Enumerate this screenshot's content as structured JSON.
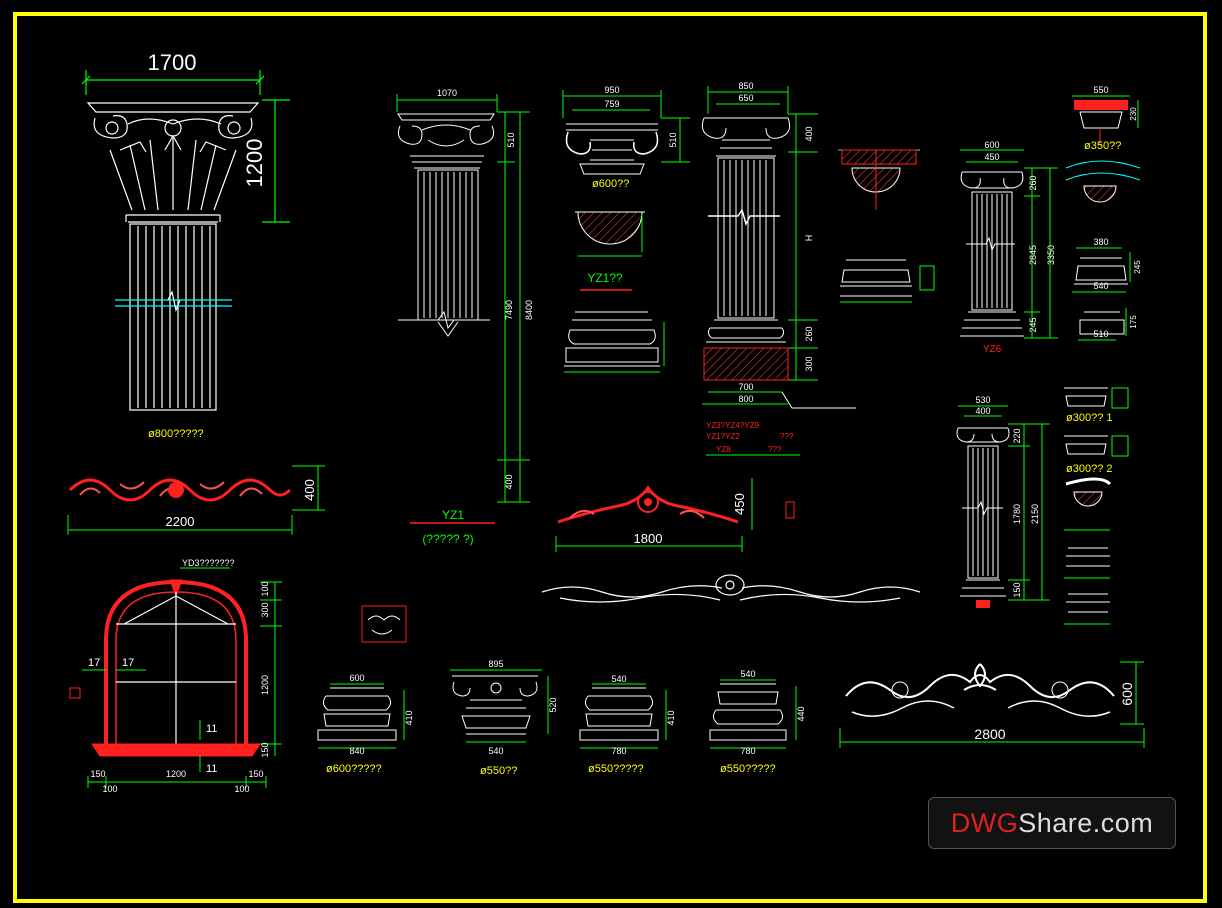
{
  "colors": {
    "frame": "#ffff00",
    "line": "#ffffff",
    "dim": "#00ff00",
    "text_yellow": "#ffff00",
    "red": "#ff2020",
    "cyan": "#00ffff"
  },
  "corinthian": {
    "width": "1700",
    "cap_height": "1200",
    "label": "ø800?????"
  },
  "yz1": {
    "top_width": "1070",
    "d510": "510",
    "d7490": "7490",
    "d8400": "8400",
    "d400": "400",
    "title": "YZ1",
    "subtitle": "(?????  ?)"
  },
  "capital950": {
    "w1": "950",
    "w2": "759",
    "h": "510",
    "label": "ø600??",
    "section": "YZ1??"
  },
  "col850": {
    "w1": "850",
    "w2": "650",
    "h400": "400",
    "hH": "H",
    "h260": "260",
    "h300": "300",
    "b700": "700",
    "b800": "800",
    "note1": "YZ3?YZ4?YZ9",
    "note1b": "???",
    "note2": "YZ1?YZ2",
    "note2b": "???",
    "note3": "YZ8",
    "note3b": "???"
  },
  "yz6": {
    "w600": "600",
    "w450": "450",
    "h260": "260",
    "h2845": "2845",
    "h3350": "3350",
    "h245": "245",
    "label": "YZ6"
  },
  "right_top": {
    "w550": "550",
    "h230": "230",
    "label350": "ø350??",
    "w380": "380",
    "h245": "245",
    "w540": "540",
    "w510": "510",
    "h175": "175"
  },
  "col530": {
    "w530": "530",
    "w400": "400",
    "h220": "220",
    "h1780": "1780",
    "h2150": "2150",
    "h150": "150"
  },
  "right_mid": {
    "label1": "ø300?? 1",
    "label2": "ø300?? 2"
  },
  "orn2200": {
    "w": "2200",
    "h": "400"
  },
  "orn1800": {
    "w": "1800",
    "h": "450"
  },
  "orn2800": {
    "w": "2800",
    "h": "600"
  },
  "window": {
    "title": "YD3???????",
    "d100": "100",
    "d300": "300",
    "d1200v": "1200",
    "d150v": "150",
    "b150a": "150",
    "b1200": "1200",
    "b150b": "150",
    "b100a": "100",
    "b100b": "100",
    "m17a": "17",
    "m17b": "17",
    "m11a": "11",
    "m11b": "11"
  },
  "bases": [
    {
      "top": "600",
      "h": "410",
      "bottom": "840",
      "label": "ø600?????"
    },
    {
      "top": "895",
      "h": "520",
      "bottom": "540",
      "label": "ø550??"
    },
    {
      "top": "540",
      "h": "410",
      "bottom": "780",
      "label": "ø550?????"
    },
    {
      "top": "540",
      "h": "440",
      "bottom": "780",
      "label": "ø550?????"
    }
  ],
  "watermark": {
    "part1": "DWG",
    "part2": "Share.com"
  }
}
